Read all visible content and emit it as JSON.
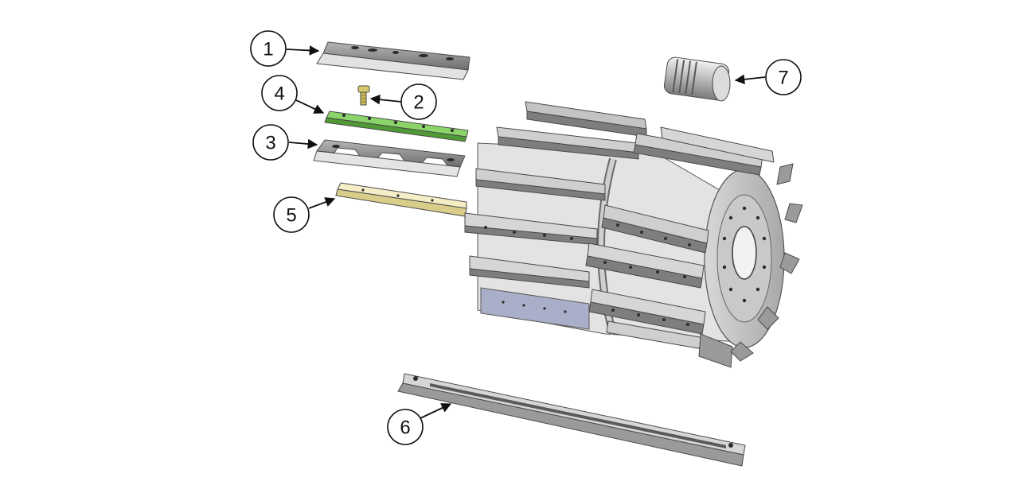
{
  "callouts": [
    {
      "number": "1",
      "part": "counter-knife"
    },
    {
      "number": "2",
      "part": "bolt"
    },
    {
      "number": "3",
      "part": "chipper-knife"
    },
    {
      "number": "4",
      "part": "clamp-plate"
    },
    {
      "number": "5",
      "part": "wear-bar"
    },
    {
      "number": "6",
      "part": "bed-knife"
    },
    {
      "number": "7",
      "part": "shaft-plug"
    }
  ],
  "colors": {
    "knife_steel": "#8f8f8f",
    "knife_edge": "#d9d9d9",
    "clamp_plate": "#6cc24a",
    "wear_bar": "#e9e0b0",
    "bolt": "#d8c86a",
    "drum_metal": "#c8c8c8",
    "drum_dark": "#8a8a8a",
    "bed_knife_plate": "#a3a9c2",
    "outline": "#4a4a4a"
  }
}
